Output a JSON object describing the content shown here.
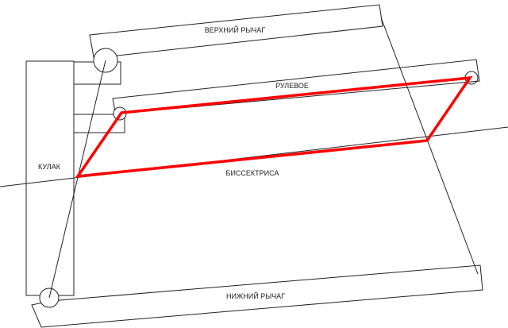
{
  "labels": {
    "upper_arm": "ВЕРХНИЙ РЫЧАГ",
    "steering": "РУЛЕВОЕ",
    "knuckle": "КУЛАК",
    "bisector": "БИССЕКТРИСА",
    "lower_arm": "НИЖНИЙ РЫЧАГ"
  },
  "colors": {
    "highlight": "#ff0000",
    "line": "#222222"
  }
}
